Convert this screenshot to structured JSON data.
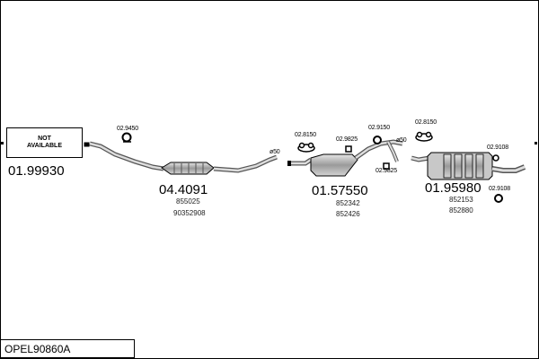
{
  "not_available": [
    "NOT",
    "AVAILABLE"
  ],
  "article_code": "OPEL90860A",
  "part_numbers": [
    {
      "number": "01.99930",
      "refs": []
    },
    {
      "number": "04.4091",
      "refs": [
        "855025",
        "90352908"
      ]
    },
    {
      "number": "01.57550",
      "refs": [
        "852342",
        "852426"
      ]
    },
    {
      "number": "01.95980",
      "refs": [
        "852153",
        "852880"
      ]
    }
  ],
  "fittings": [
    "02.9450",
    "02.8150",
    "02.9825",
    "02.9150",
    "02.8150",
    "02.9825",
    "02.9108",
    "02.9108"
  ],
  "diameters": [
    "ø50",
    "ø50"
  ],
  "colors": {
    "line": "#000000",
    "part_fill": "#bdbdbd",
    "part_dark": "#6a6a6a"
  }
}
